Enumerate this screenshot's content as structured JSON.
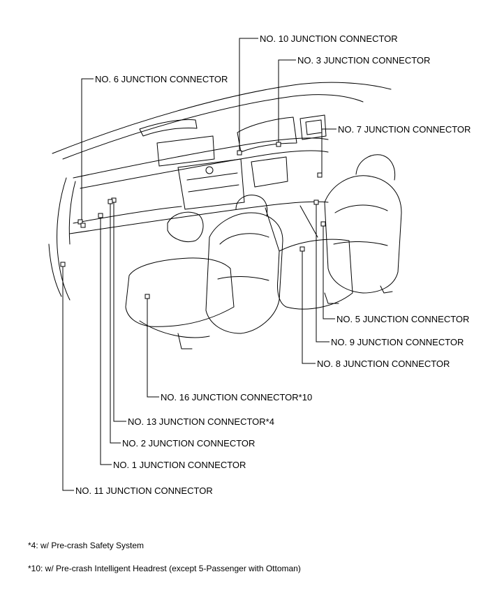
{
  "labels": {
    "no10": "NO. 10 JUNCTION CONNECTOR",
    "no3": "NO. 3 JUNCTION CONNECTOR",
    "no6": "NO. 6 JUNCTION CONNECTOR",
    "no7": "NO. 7 JUNCTION CONNECTOR",
    "no5": "NO. 5 JUNCTION CONNECTOR",
    "no9": "NO. 9 JUNCTION CONNECTOR",
    "no8": "NO. 8 JUNCTION CONNECTOR",
    "no16": "NO. 16 JUNCTION CONNECTOR*10",
    "no13": "NO. 13 JUNCTION CONNECTOR*4",
    "no2": "NO. 2 JUNCTION CONNECTOR",
    "no1": "NO. 1 JUNCTION CONNECTOR",
    "no11": "NO. 11 JUNCTION CONNECTOR"
  },
  "notes": {
    "n4": "*4: w/ Pre-crash Safety System",
    "n10": "*10: w/ Pre-crash Intelligent Headrest (except 5-Passenger with Ottoman)"
  }
}
